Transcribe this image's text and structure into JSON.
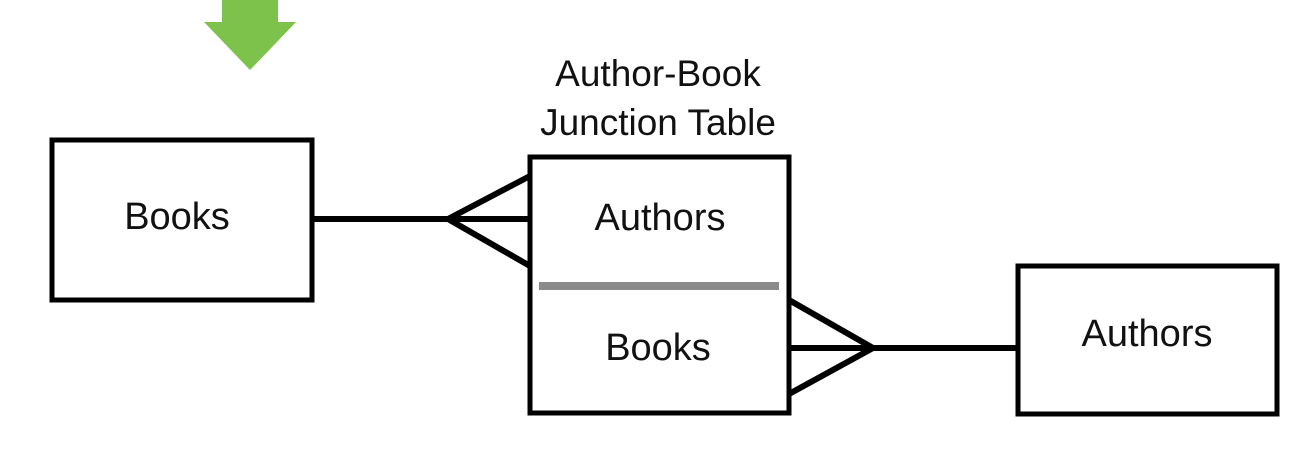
{
  "entities": {
    "books": {
      "label": "Books"
    },
    "junction": {
      "title_line1": "Author-Book",
      "title_line2": "Junction Table",
      "field_top": "Authors",
      "field_bottom": "Books",
      "divider_color": "#8a8a8a"
    },
    "authors": {
      "label": "Authors"
    }
  },
  "relationships": [
    {
      "from": "Books",
      "to": "Author-Book Junction Table",
      "type": "one-to-many",
      "notation": "crow's foot"
    },
    {
      "from": "Authors",
      "to": "Author-Book Junction Table",
      "type": "one-to-many",
      "notation": "crow's foot"
    }
  ],
  "marker": {
    "icon": "down-arrow-icon",
    "color": "#7dc24a",
    "points_to": "Books"
  },
  "colors": {
    "line": "#000000",
    "background": "#ffffff"
  }
}
